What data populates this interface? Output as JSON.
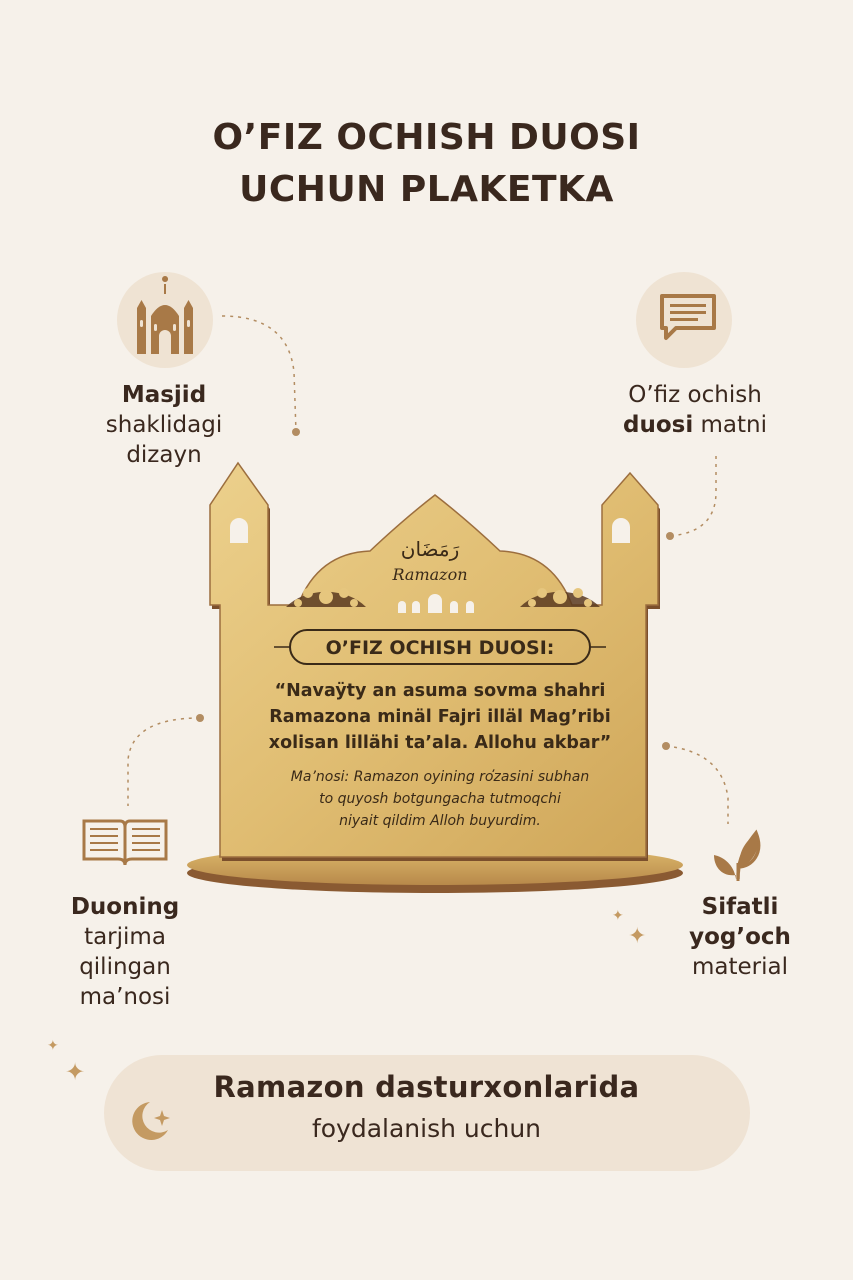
{
  "header": {
    "title_line1": "O’FIZ OCHISH DUOSI",
    "title_line2": "UCHUN PLAKETKA"
  },
  "features": {
    "mosque": {
      "bold": "Masjid",
      "line2": "shaklidagi",
      "line3": "dizayn",
      "icon": "mosque-icon"
    },
    "text": {
      "line1": "O’fiz ochish",
      "bold": "duosi",
      "rest": " matni",
      "icon": "message-icon"
    },
    "translation": {
      "line1": "Duoning",
      "line2": "tarjima",
      "line3": "qilingan",
      "line4": "ma’nosi",
      "icon": "open-book-icon"
    },
    "material": {
      "line1": "Sifatli",
      "line2": "yog’och",
      "line3": "material",
      "icon": "leaf-icon"
    }
  },
  "plaque": {
    "arabic": "رَمَضَان",
    "script": "Ramazon",
    "heading": "O’FIZ OCHISH DUOSI:",
    "prayer_line1": "“Navaÿty an asuma sovma shahri",
    "prayer_line2": "Ramazona minäl Fajri illäl Mag’ribi",
    "prayer_line3": "xolisan lillähi ta’ala. Allohu akbar”",
    "meaning_line1": "Ma’nosi: Ramazon oyining ro̕zasini subhan",
    "meaning_line2": "to quyosh botgungacha tutmoqchi",
    "meaning_line3": "niyait qildim Alloh buyurdim."
  },
  "footer": {
    "line1": "Ramazon dasturxonlarida",
    "line2": "foydalanish uchun",
    "icon": "crescent-moon-icon"
  },
  "colors": {
    "background": "#f6f1ea",
    "accent": "#a87947",
    "wood": "#e2c27a",
    "text": "#3a281e"
  }
}
